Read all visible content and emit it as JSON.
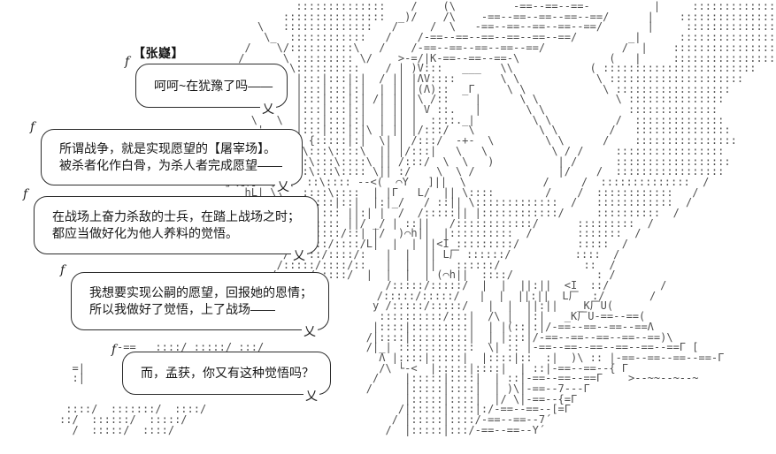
{
  "scene": {
    "speaker_label": "【张嶷】",
    "bubbles": [
      {
        "id": "b1",
        "lines": [
          "呵呵~在犹豫了吗——"
        ]
      },
      {
        "id": "b2",
        "lines": [
          "所谓战争，就是实现愿望的【屠宰场】。",
          "被杀者化作白骨，为杀人者完成愿望——"
        ]
      },
      {
        "id": "b3",
        "lines": [
          "在战场上奋力杀敌的士兵，在踏上战场之时；",
          "都应当做好化为他人养料的觉悟。"
        ]
      },
      {
        "id": "b4",
        "lines": [
          "我想要实现公嗣的愿望，回报她的恩情；",
          "所以我做好了觉悟，上了战场——"
        ]
      },
      {
        "id": "b5",
        "lines": [
          "而，孟获，你又有这种觉悟吗？"
        ]
      }
    ],
    "bubble_decor": {
      "corner_glyph": "f",
      "tail_glyph": "乂"
    },
    "colors": {
      "background": "#ffffff",
      "bubble_border": "#2b2b2b",
      "text_ink": "#161616",
      "art_ink": "#4e4e4e"
    },
    "ascii_art": {
      "description": "large ASCII-art character portrait",
      "lines": [
        "                                              ::::::::::::::    /    (\\         -==--==--==-          |     ::::::::::::::::",
        "                                            ::::::::::::::::  _)/    /\\    -==--==--==--==--==/      |    :::::::::::::::::",
        "                                        \\   ::::::::::::::   /     /  \\   -==--==--==--==--==/       |     ::::::::::::::::",
        "                                         \\_  ::::::::::::   /    /-==--==--==--==--==--==/        _|      ::::::::::::::::",
        "                                      /    \\/::::::::::\\   /    /-==--==--==--==--==/            /  |    :::::::::::::::::",
        "                                     /      \\ ::::::::: \\/    >-=/|K-==--==--==-\\              (   |     ::::::::::::::::",
        "                                    /        \\::::::::::    / | )V:::   ___   \\\\            ( ::::::::::::::::::::::::",
        "                                              |:::|:::|:|  / || |ΛV::::       \\ \\            \\ :::::::::::::::::::::",
        "                                              |:::|:::|:|  | || |(Λ)::  _Γ     \\ \\            \\ ::::::::::::::::::",
        "                                              |:::|:::|:| /| || |\\ /::    |      \\ \\            \\ :::::::::::::::",
        "                                          \\   |:::|:::|:|  | || | V ::.   |       \\ \\             ::::::::::::::",
        "                                       \\   \\  |:::|:::|:|  | || |  ::::._|         \\ \\          /  ::::::::::::::",
        "                                        ',    |:::|:::|:|\\ | || |/:::/   \\          \\ \\        /   :::::::::::::::",
        "                                         ',   { {:::::|:|  \\| | /:::/  -+-  \\        \\ \\      /    ::::::::::::::::",
        "                                          ,   |\\:::\\::::\\  || |/:::|   \\   \\          \\ / /     :::::::::::::::::",
        "                                       -+--K  |:\\:::\\::::\\ || /:::/  \\  \\   )          | /      ::::::::::::::::::",
        "                                    r--+---K  ::\\:::\\:::: \\|| :/    \\  \\ /             |/    /  :::::::::::::::::",
        "                                   」方灯T⌒]厂\\  ::\\:::: --<(  ⌒Y   ]||  \\            /     /  ::::::::::::::  /",
        "                                      hL| \\\\   ::::\\::::  | |Γ   L/  || \\::::        /    /  ::::::::::::   /",
        "                                       L,,  \\ [\\ :::|::|  |:|_/   / ::|| \\:::::::::::::  /   ::::::::::::  /",
        "                                             \\ |\\ ::: ||:| |  /  /:::::|| |::::::::::::/     ::::::::::  /",
        "                                              ||/:::: ||/ _/ | ::||   /::::::::::::/      :::::::::  /",
        "                                              |/:::::/::| |/  )⌒h||  |::::::::::  /       :::::::  /",
        "                                             /:::::/::::/L|  |  | ||<I :::::::::/         :::::  /",
        "                                            /:::::/::::/:   |  |  || L厂 ::::::/          ::::  /",
        "                                           /:::::/::::/::   |  |  ||   ::::::/             ::  /",
        "                                          /:::::/:::::/  |  |  |  | (⌒h||  ::::/             : /",
        "                                                            /:::::/:::::/  |  |  ||:||  <I  ::/        /",
        "                                                人_        /:::::/:::::/   |  |  ||:||  L厂  :/       /",
        "                                                          y /:::::/:::::/   |  |  ||:||   _K厂U(",
        "                                                           ::::::::::/:::|  /\\ |  |:|   _K厂U-==--==(",
        "                                                          |::::|:::::::::|  | |(::|:|/-==--==--==--==Λ",
        "                                                         /|::::|:::::::::|  | |:::|/-==--==--==--==--==)\\",
        "                  -==   ::::/ :::::/ :::/                /|_| ::::::::::::  \\| :: |-==--==--==--==--==--==Γ [",
        "                                                           Λ |::::|:::::|  |::::|::  :|  )\\ :: |-==--==--==--==-Γ",
        "           =|                                              /\\ └-<  |:::::|::::|  | ::|-==--==--{ Γ",
        "           :|                                             /    |:::::|::::|  | ::|-==--==--==Γ    >--~~--~--~",
        "                                                         /     |:::::|::::|  | )\\|-==--7---Γ",
        "                                                               |:::::|::::|  |/ \\|-==--{=Γ",
        "          ::::/  :::::::/  ::::/                              /|:::::|::::|:/-==--==--[=Γ",
        "         ::/  ::::::/  :::::/                                / |:::::|::::/-==--==--7´",
        "           /  :::::/  ::::/                                 /  |:::::|:::/-==--==--Y´"
      ]
    }
  }
}
